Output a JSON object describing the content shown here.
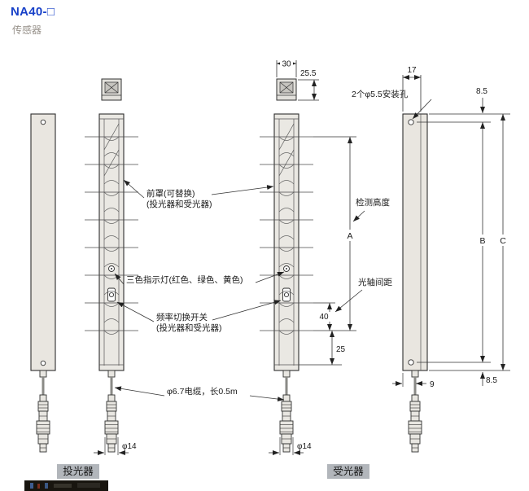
{
  "header": {
    "model": "NA40-□",
    "category": "传感器"
  },
  "annotations": {
    "mounting_holes": "2个φ5.5安装孔",
    "front_cover_line1": "前罩(可替换)",
    "front_cover_line2": "(投光器和受光器)",
    "detection_height": "检测高度",
    "indicator_lamp": "三色指示灯(红色、绿色、黄色)",
    "optical_axis_pitch": "光轴间距",
    "freq_switch_line1": "频率切换开关",
    "freq_switch_line2": "(投光器和受光器)",
    "cable_spec": "φ6.7电缆，长0.5m",
    "emitter": "投光器",
    "receiver": "受光器"
  },
  "dimensions": {
    "bracket_width": "30",
    "bracket_height": "25.5",
    "side_top_width": "17",
    "hole_offset_top": "8.5",
    "hole_offset_bottom": "8.5",
    "span_a": "A",
    "span_b": "B",
    "span_c": "C",
    "axis_pitch_value": "40",
    "bottom_axis_margin": "25",
    "cable_offset": "9",
    "connector_diameter": "φ14"
  },
  "colors": {
    "accent_blue": "#1740c8",
    "body_fill": "#eae8e3",
    "caption_highlight": "#b2b6bb"
  }
}
